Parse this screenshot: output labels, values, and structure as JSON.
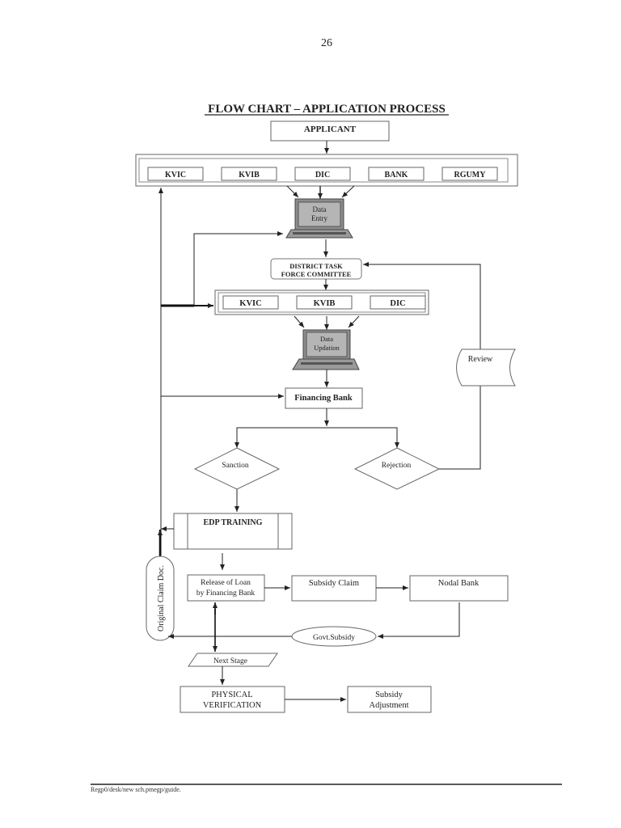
{
  "page_number": "26",
  "title": "FLOW CHART – APPLICATION PROCESS",
  "nodes": {
    "applicant": "APPLICANT",
    "agencies_row1": [
      "KVIC",
      "KVIB",
      "DIC",
      "BANK",
      "RGUMY"
    ],
    "data_entry": [
      "Data",
      "Entry"
    ],
    "dtfc": [
      "DISTRICT TASK",
      "FORCE COMMITTEE"
    ],
    "agencies_row2": [
      "KVIC",
      "KVIB",
      "DIC"
    ],
    "data_updation": [
      "Data",
      "Updation"
    ],
    "financing_bank": "Financing Bank",
    "sanction": "Sanction",
    "rejection": "Rejection",
    "review": "Review",
    "edp_training": "EDP TRAINING",
    "original_claim_doc": "Original Claim Doc.",
    "release_loan": [
      "Release of Loan",
      "by Financing Bank"
    ],
    "subsidy_claim": "Subsidy Claim",
    "nodal_bank": "Nodal Bank",
    "govt_subsidy": "Govt.Subsidy",
    "next_stage": "Next Stage",
    "physical_verification": [
      "PHYSICAL",
      "VERIFICATION"
    ],
    "subsidy_adjustment": [
      "Subsidy",
      "Adjustment"
    ]
  },
  "footer": "Regp0/desk/new sch.pmegp/guide."
}
